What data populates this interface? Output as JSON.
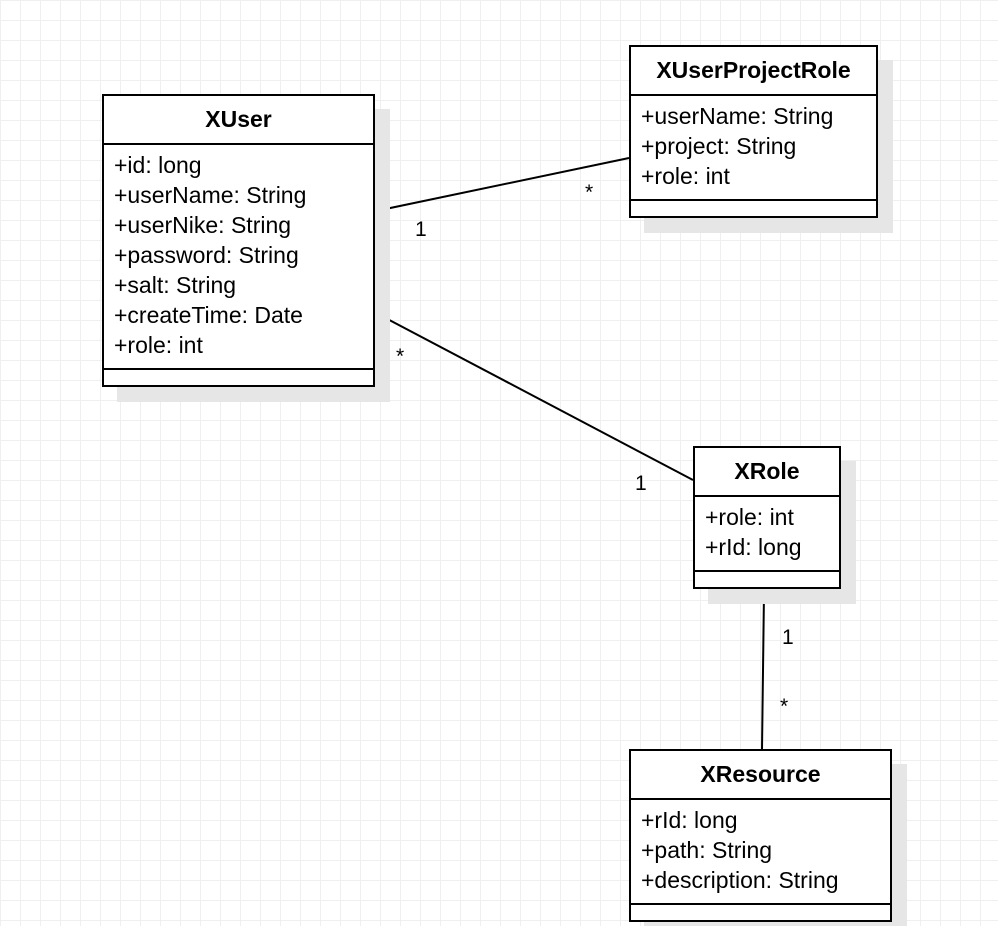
{
  "classes": {
    "xuser": {
      "name": "XUser",
      "attributes": [
        "+id: long",
        "+userName: String",
        "+userNike: String",
        "+password: String",
        "+salt: String",
        "+createTime: Date",
        "+role: int"
      ]
    },
    "xuserprojectrole": {
      "name": "XUserProjectRole",
      "attributes": [
        "+userName: String",
        "+project: String",
        "+role: int"
      ]
    },
    "xrole": {
      "name": "XRole",
      "attributes": [
        "+role: int",
        "+rId: long"
      ]
    },
    "xresource": {
      "name": "XResource",
      "attributes": [
        "+rId: long",
        "+path: String",
        "+description: String"
      ]
    }
  },
  "associations": [
    {
      "from": "XUser",
      "to": "XUserProjectRole",
      "from_multiplicity": "1",
      "to_multiplicity": "*"
    },
    {
      "from": "XUser",
      "to": "XRole",
      "from_multiplicity": "*",
      "to_multiplicity": "1"
    },
    {
      "from": "XRole",
      "to": "XResource",
      "from_multiplicity": "1",
      "to_multiplicity": "*"
    }
  ]
}
